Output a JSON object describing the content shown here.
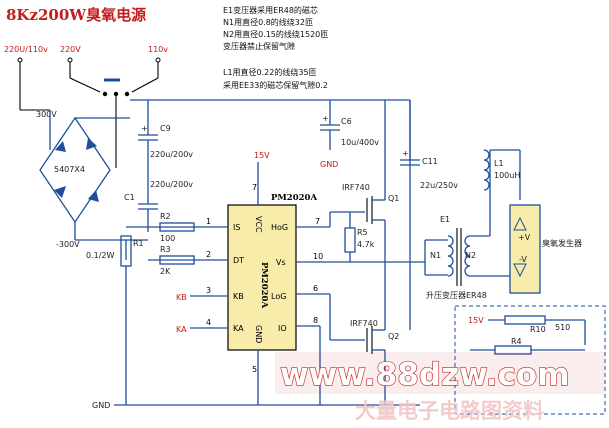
{
  "title": "8Kz200W臭氧电源",
  "notes": [
    "E1变压器采用ER48的磁芯",
    "N1用直径0.8的线绕32匝",
    "N2用直径0.15的线绕1520匝",
    "变压器禁止保留气隙",
    "L1用直径0.22的线绕35匝",
    "采用EE33的磁芯保留气隙0.2"
  ],
  "input": {
    "left": "220U/110v",
    "mid": "220V",
    "right": "110v"
  },
  "rails": {
    "pos": "300V",
    "neg": "-300V",
    "vcc": "15V",
    "gnd": "GND",
    "gnd2": "GND",
    "v15_right": "15V"
  },
  "bridge": {
    "name": "5407X4"
  },
  "caps": {
    "c9": "C9",
    "c9_val": "220u/200v",
    "c1": "C1",
    "c1_val": "220u/200v",
    "c6": "C6",
    "c6_val": "10u/400v",
    "c11": "C11",
    "c11_val": "22u/250v"
  },
  "resistors": {
    "r1": "R1",
    "r1_val": "0.1/2W",
    "r2": "R2",
    "r2_val": "100",
    "r3": "R3",
    "r3_val": "2K",
    "r5": "R5",
    "r5_val": "4.7k",
    "r10": "R10",
    "r10_val": "510",
    "r4": "R4"
  },
  "ic": {
    "name": "PM2020A",
    "body": "PM2020A",
    "pins_left": [
      "IS",
      "DT",
      "KB",
      "KA"
    ],
    "pins_left_num": [
      "1",
      "2",
      "3",
      "4"
    ],
    "pins_right": [
      "HoG",
      "Vs",
      "LoG",
      "IO"
    ],
    "pins_right_num": [
      "7",
      "10",
      "6",
      "8"
    ],
    "top_pin": "VCC",
    "top_num": "7",
    "bot_pin": "GND",
    "bot_num": "5"
  },
  "ports": {
    "kb": "KB",
    "ka": "KA"
  },
  "mosfets": {
    "q1": "Q1",
    "q1_type": "IRF740",
    "q2": "Q2",
    "q2_type": "IRF740"
  },
  "transformer": {
    "name": "E1",
    "n1": "N1",
    "n2": "N2",
    "label": "升压变压器ER48"
  },
  "inductor": {
    "name": "L1",
    "val": "100uH"
  },
  "ozone": {
    "label": "臭氧发生器",
    "plus": "+V",
    "minus": "-V"
  },
  "watermark": {
    "url": "www.88dzw.com",
    "tag": "大量电子电路图资料"
  },
  "colors": {
    "wire": "#1d4f9c",
    "title": "#c41b1b",
    "ic_fill": "#f7ecaa",
    "ozone_fill": "#f7ecaa"
  }
}
